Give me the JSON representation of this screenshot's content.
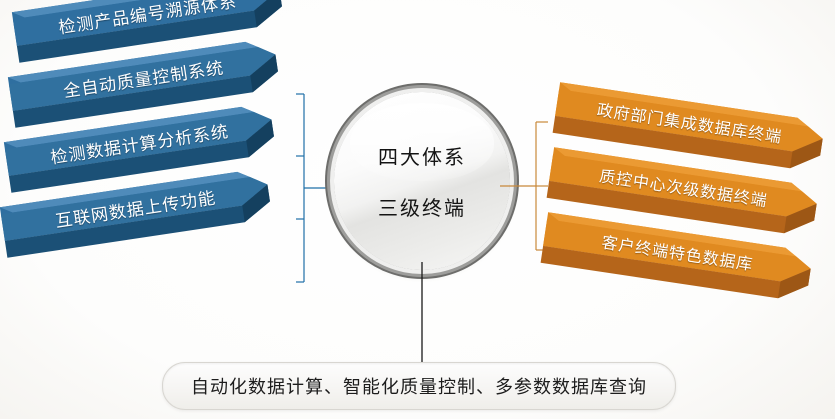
{
  "diagram": {
    "title_text": "四大体系三级终端",
    "background_color": "#ffffff"
  },
  "center": {
    "name": "center-circle",
    "line1": "四大体系",
    "line2": "三级终端",
    "text_color": "#141414",
    "ring_color": "#6d6d6b",
    "fill_color": "#f2f2f1"
  },
  "left_group": {
    "accent_color": "#2f6fa0",
    "shade_color": "#1b5076",
    "top_color": "#4a86b4",
    "connector_color": "#1f6fa8",
    "bars": [
      {
        "label": "检测产品编号溯源体系"
      },
      {
        "label": "全自动质量控制系统"
      },
      {
        "label": "检测数据计算分析系统"
      },
      {
        "label": "互联网数据上传功能"
      }
    ]
  },
  "right_group": {
    "accent_color": "#e08a20",
    "shade_color": "#b5651a",
    "top_color": "#e89a34",
    "connector_color": "#c8883a",
    "bars": [
      {
        "label": "政府部门集成数据库终端"
      },
      {
        "label": "质控中心次级数据终端"
      },
      {
        "label": "客户终端特色数据库"
      }
    ]
  },
  "bottom": {
    "name": "summary-pill",
    "text": "自动化数据计算、智能化质量控制、多参数数据库查询",
    "border_color": "#d8d6d1",
    "text_color": "#1d1d1d",
    "connector_color": "#1a1a1a"
  },
  "icons": {
    "chevron_bar": "chevron-bar-icon",
    "bracket_left": "bracket-left-icon",
    "bracket_right": "bracket-right-icon",
    "stem_line": "stem-line-icon"
  }
}
